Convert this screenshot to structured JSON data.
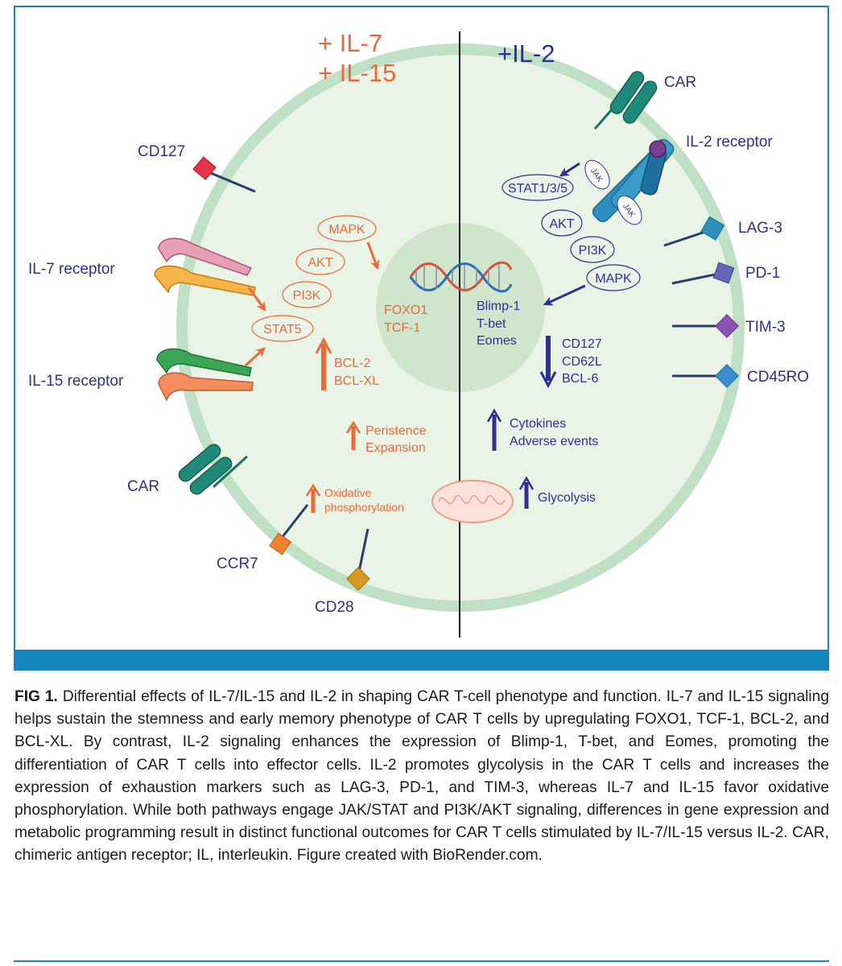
{
  "left_condition": {
    "line1": "+ IL-7",
    "line2": "+ IL-15",
    "color": "#ec6a38"
  },
  "right_condition": {
    "label": "+IL-2",
    "color": "#2f2f8f"
  },
  "nucleus_left": {
    "genes": [
      "FOXO1",
      "TCF-1"
    ]
  },
  "nucleus_right": {
    "genes": [
      "Blimp-1",
      "T-bet",
      "Eomes"
    ]
  },
  "left_signaling": {
    "mapk": "MAPK",
    "akt": "AKT",
    "pi3k": "PI3K",
    "stat5": "STAT5",
    "bcl2": "BCL-2",
    "bclxl": "BCL-XL",
    "persistence": "Peristence",
    "expansion": "Expansion",
    "oxphos_1": "Oxidative",
    "oxphos_2": "phosphorylation"
  },
  "right_signaling": {
    "stat": "STAT1/3/5",
    "jak": "JAK",
    "akt": "AKT",
    "pi3k": "PI3K",
    "mapk": "MAPK",
    "down_markers": [
      "CD127",
      "CD62L",
      "BCL-6"
    ],
    "cytokines": "Cytokines",
    "adverse": "Adverse events",
    "glycolysis": "Glycolysis"
  },
  "left_receptors": {
    "cd127": "CD127",
    "il7r": "IL-7 receptor",
    "il15r": "IL-15 receptor",
    "car": "CAR",
    "ccr7": "CCR7",
    "cd28": "CD28"
  },
  "right_receptors": {
    "car": "CAR",
    "il2r": "IL-2 receptor",
    "lag3": "LAG-3",
    "pd1": "PD-1",
    "tim3": "TIM-3",
    "cd45ro": "CD45RO"
  },
  "caption": {
    "label": "FIG 1.",
    "text": "Differential effects of IL-7/IL-15 and IL-2 in shaping CAR T-cell phenotype and function. IL-7 and IL-15 signaling helps sustain the stemness and early memory phenotype of CAR T cells by upregulating FOXO1, TCF-1, BCL-2, and BCL-XL. By contrast, IL-2 signaling enhances the expression of Blimp-1, T-bet, and Eomes, promoting the differentiation of CAR T cells into effector cells. IL-2 promotes glycolysis in the CAR T cells and increases the expression of exhaustion markers such as LAG-3, PD-1, and TIM-3, whereas IL-7 and IL-15 favor oxidative phosphorylation. While both pathways engage JAK/STAT and PI3K/AKT signaling, differences in gene expression and metabolic programming result in distinct functional outcomes for CAR T cells stimulated by IL-7/IL-15 versus IL-2. CAR, chimeric antigen receptor; IL, interleukin. Figure created with BioRender.com."
  },
  "colors": {
    "panel_border": "#1d84b5",
    "cell_fill": "#e8f3e6",
    "cell_membrane": "#bcdfc2",
    "nucleus": "#cfe6cd",
    "orange": "#ec6a38",
    "navy": "#2f2f8f",
    "teal": "#1e8a77"
  }
}
